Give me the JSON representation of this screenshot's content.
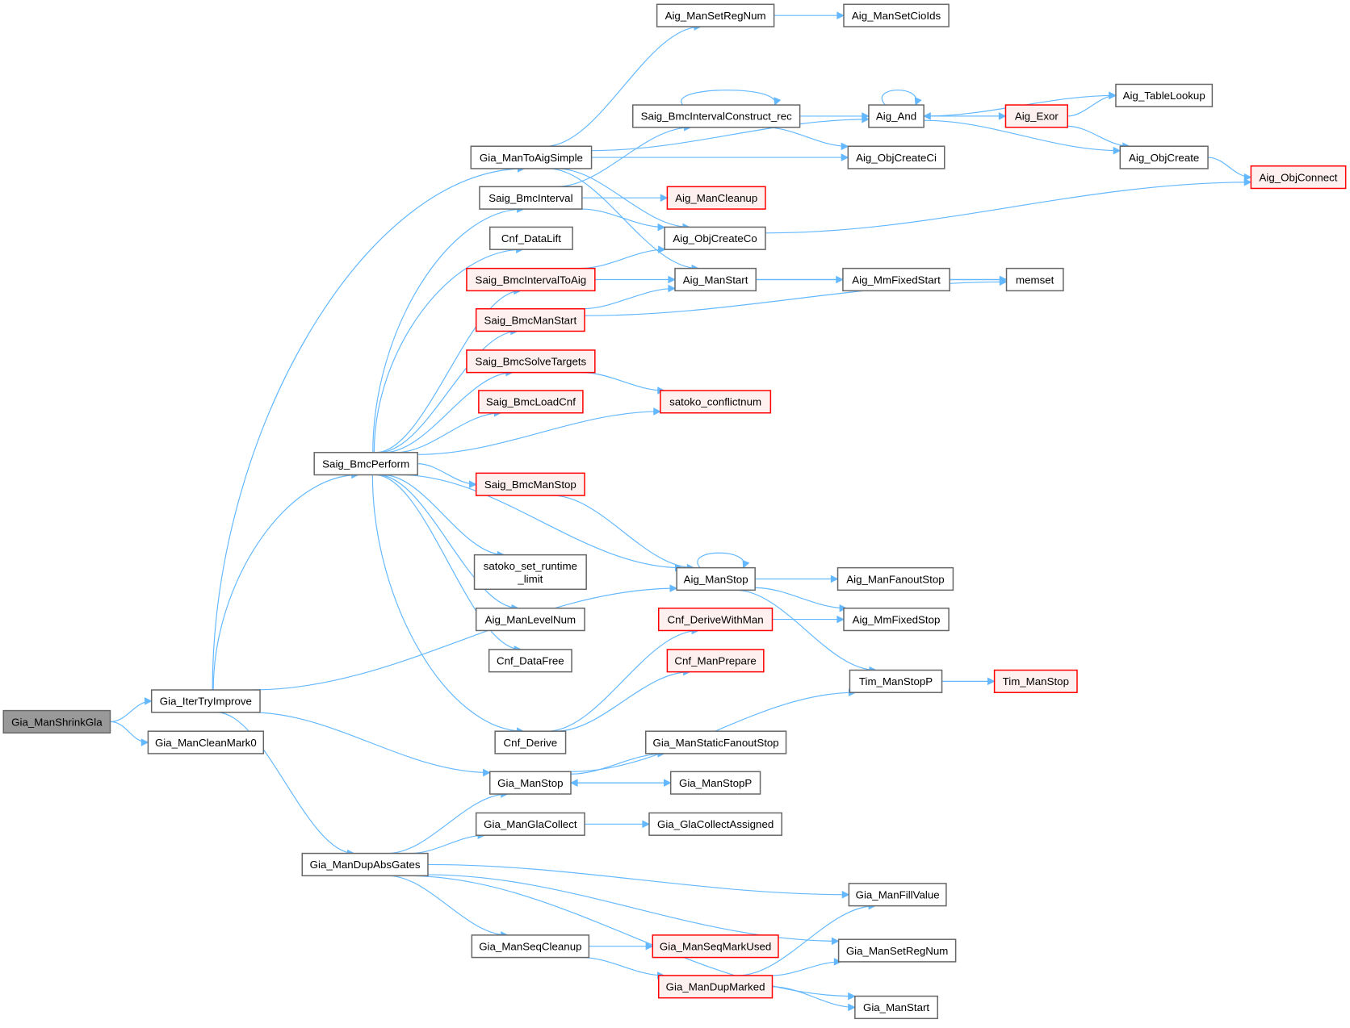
{
  "diagram": {
    "type": "call-graph",
    "root": "Gia_ManShrinkGla",
    "colors": {
      "edge": "#63b8ff",
      "node_border": "#666666",
      "node_fill": "#ffffff",
      "root_fill": "#999999",
      "root_border": "#666666",
      "truncated_border": "#ff0000",
      "truncated_fill": "#fff0f0"
    },
    "nodes": [
      {
        "id": "Gia_ManShrinkGla",
        "label": "Gia_ManShrinkGla",
        "kind": "root"
      },
      {
        "id": "Gia_IterTryImprove",
        "label": "Gia_IterTryImprove",
        "kind": "normal"
      },
      {
        "id": "Gia_ManCleanMark0",
        "label": "Gia_ManCleanMark0",
        "kind": "normal"
      },
      {
        "id": "Gia_ManToAigSimple",
        "label": "Gia_ManToAigSimple",
        "kind": "normal"
      },
      {
        "id": "Saig_BmcPerform",
        "label": "Saig_BmcPerform",
        "kind": "normal"
      },
      {
        "id": "Gia_ManDupAbsGates",
        "label": "Gia_ManDupAbsGates",
        "kind": "normal"
      },
      {
        "id": "Saig_BmcInterval",
        "label": "Saig_BmcInterval",
        "kind": "normal"
      },
      {
        "id": "Cnf_DataLift",
        "label": "Cnf_DataLift",
        "kind": "normal"
      },
      {
        "id": "Saig_BmcIntervalToAig",
        "label": "Saig_BmcIntervalToAig",
        "kind": "truncated"
      },
      {
        "id": "Saig_BmcManStart",
        "label": "Saig_BmcManStart",
        "kind": "truncated"
      },
      {
        "id": "Saig_BmcSolveTargets",
        "label": "Saig_BmcSolveTargets",
        "kind": "truncated"
      },
      {
        "id": "Saig_BmcLoadCnf",
        "label": "Saig_BmcLoadCnf",
        "kind": "truncated"
      },
      {
        "id": "Saig_BmcManStop",
        "label": "Saig_BmcManStop",
        "kind": "truncated"
      },
      {
        "id": "satoko_set_runtime_limit",
        "label": "satoko_set_runtime\n_limit",
        "kind": "normal"
      },
      {
        "id": "Aig_ManLevelNum",
        "label": "Aig_ManLevelNum",
        "kind": "normal"
      },
      {
        "id": "Cnf_DataFree",
        "label": "Cnf_DataFree",
        "kind": "normal"
      },
      {
        "id": "Cnf_Derive",
        "label": "Cnf_Derive",
        "kind": "normal"
      },
      {
        "id": "Gia_ManStop",
        "label": "Gia_ManStop",
        "kind": "normal"
      },
      {
        "id": "Gia_ManGlaCollect",
        "label": "Gia_ManGlaCollect",
        "kind": "normal"
      },
      {
        "id": "Gia_ManSeqCleanup",
        "label": "Gia_ManSeqCleanup",
        "kind": "normal"
      },
      {
        "id": "Aig_ManSetRegNum",
        "label": "Aig_ManSetRegNum",
        "kind": "normal"
      },
      {
        "id": "Aig_ManSetCioIds",
        "label": "Aig_ManSetCioIds",
        "kind": "normal"
      },
      {
        "id": "Saig_BmcIntervalConstruct_rec",
        "label": "Saig_BmcIntervalConstruct_rec",
        "kind": "normal"
      },
      {
        "id": "Aig_ManCleanup",
        "label": "Aig_ManCleanup",
        "kind": "truncated"
      },
      {
        "id": "Aig_ObjCreateCo",
        "label": "Aig_ObjCreateCo",
        "kind": "normal"
      },
      {
        "id": "Aig_ManStart",
        "label": "Aig_ManStart",
        "kind": "normal"
      },
      {
        "id": "satoko_conflictnum",
        "label": "satoko_conflictnum",
        "kind": "truncated"
      },
      {
        "id": "Aig_ManStop",
        "label": "Aig_ManStop",
        "kind": "normal"
      },
      {
        "id": "Cnf_DeriveWithMan",
        "label": "Cnf_DeriveWithMan",
        "kind": "truncated"
      },
      {
        "id": "Cnf_ManPrepare",
        "label": "Cnf_ManPrepare",
        "kind": "truncated"
      },
      {
        "id": "Gia_ManStaticFanoutStop",
        "label": "Gia_ManStaticFanoutStop",
        "kind": "normal"
      },
      {
        "id": "Gia_ManStopP",
        "label": "Gia_ManStopP",
        "kind": "normal"
      },
      {
        "id": "Gia_GlaCollectAssigned",
        "label": "Gia_GlaCollectAssigned",
        "kind": "normal"
      },
      {
        "id": "Gia_ManSeqMarkUsed",
        "label": "Gia_ManSeqMarkUsed",
        "kind": "truncated"
      },
      {
        "id": "Gia_ManDupMarked",
        "label": "Gia_ManDupMarked",
        "kind": "truncated"
      },
      {
        "id": "Aig_And",
        "label": "Aig_And",
        "kind": "normal"
      },
      {
        "id": "Aig_ObjCreateCi",
        "label": "Aig_ObjCreateCi",
        "kind": "normal"
      },
      {
        "id": "Aig_MmFixedStart",
        "label": "Aig_MmFixedStart",
        "kind": "normal"
      },
      {
        "id": "Aig_ManFanoutStop",
        "label": "Aig_ManFanoutStop",
        "kind": "normal"
      },
      {
        "id": "Aig_MmFixedStop",
        "label": "Aig_MmFixedStop",
        "kind": "normal"
      },
      {
        "id": "Tim_ManStopP",
        "label": "Tim_ManStopP",
        "kind": "normal"
      },
      {
        "id": "Gia_ManFillValue",
        "label": "Gia_ManFillValue",
        "kind": "normal"
      },
      {
        "id": "Gia_ManSetRegNum",
        "label": "Gia_ManSetRegNum",
        "kind": "normal"
      },
      {
        "id": "Gia_ManStart",
        "label": "Gia_ManStart",
        "kind": "normal"
      },
      {
        "id": "Aig_Exor",
        "label": "Aig_Exor",
        "kind": "truncated"
      },
      {
        "id": "Aig_TableLookup",
        "label": "Aig_TableLookup",
        "kind": "normal"
      },
      {
        "id": "Aig_ObjCreate",
        "label": "Aig_ObjCreate",
        "kind": "normal"
      },
      {
        "id": "Aig_ObjConnect",
        "label": "Aig_ObjConnect",
        "kind": "truncated"
      },
      {
        "id": "memset",
        "label": "memset",
        "kind": "normal"
      },
      {
        "id": "Tim_ManStop",
        "label": "Tim_ManStop",
        "kind": "truncated"
      }
    ],
    "edges": [
      [
        "Gia_ManShrinkGla",
        "Gia_IterTryImprove"
      ],
      [
        "Gia_ManShrinkGla",
        "Gia_ManCleanMark0"
      ],
      [
        "Gia_IterTryImprove",
        "Gia_ManToAigSimple"
      ],
      [
        "Gia_IterTryImprove",
        "Saig_BmcPerform"
      ],
      [
        "Gia_IterTryImprove",
        "Aig_ManStop"
      ],
      [
        "Gia_IterTryImprove",
        "Gia_ManStop"
      ],
      [
        "Gia_IterTryImprove",
        "Gia_ManDupAbsGates"
      ],
      [
        "Gia_ManToAigSimple",
        "Aig_ManSetRegNum"
      ],
      [
        "Gia_ManToAigSimple",
        "Aig_And"
      ],
      [
        "Gia_ManToAigSimple",
        "Aig_ObjCreateCi"
      ],
      [
        "Gia_ManToAigSimple",
        "Aig_ObjCreateCo"
      ],
      [
        "Gia_ManToAigSimple",
        "Aig_ManStart"
      ],
      [
        "Saig_BmcPerform",
        "Saig_BmcInterval"
      ],
      [
        "Saig_BmcPerform",
        "Cnf_DataLift"
      ],
      [
        "Saig_BmcPerform",
        "Saig_BmcIntervalToAig"
      ],
      [
        "Saig_BmcPerform",
        "Saig_BmcManStart"
      ],
      [
        "Saig_BmcPerform",
        "Saig_BmcSolveTargets"
      ],
      [
        "Saig_BmcPerform",
        "Saig_BmcLoadCnf"
      ],
      [
        "Saig_BmcPerform",
        "satoko_conflictnum"
      ],
      [
        "Saig_BmcPerform",
        "Saig_BmcManStop"
      ],
      [
        "Saig_BmcPerform",
        "Aig_ManStop"
      ],
      [
        "Saig_BmcPerform",
        "satoko_set_runtime_limit"
      ],
      [
        "Saig_BmcPerform",
        "Aig_ManLevelNum"
      ],
      [
        "Saig_BmcPerform",
        "Cnf_DataFree"
      ],
      [
        "Saig_BmcPerform",
        "Cnf_Derive"
      ],
      [
        "Saig_BmcInterval",
        "Saig_BmcIntervalConstruct_rec"
      ],
      [
        "Saig_BmcInterval",
        "Aig_ManCleanup"
      ],
      [
        "Saig_BmcInterval",
        "Aig_ObjCreateCo"
      ],
      [
        "Saig_BmcIntervalToAig",
        "Aig_ObjCreateCo"
      ],
      [
        "Saig_BmcIntervalToAig",
        "Aig_ManStart"
      ],
      [
        "Saig_BmcManStart",
        "Aig_ManStart"
      ],
      [
        "Saig_BmcManStart",
        "memset"
      ],
      [
        "Saig_BmcSolveTargets",
        "satoko_conflictnum"
      ],
      [
        "Saig_BmcManStop",
        "Aig_ManStop"
      ],
      [
        "Cnf_Derive",
        "Cnf_DeriveWithMan"
      ],
      [
        "Cnf_Derive",
        "Cnf_ManPrepare"
      ],
      [
        "Gia_ManStop",
        "Tim_ManStopP"
      ],
      [
        "Gia_ManStop",
        "Gia_ManStaticFanoutStop"
      ],
      [
        "Gia_ManStop",
        "Gia_ManStopP"
      ],
      [
        "Gia_ManStopP",
        "Gia_ManStop"
      ],
      [
        "Gia_ManDupAbsGates",
        "Gia_ManStop"
      ],
      [
        "Gia_ManDupAbsGates",
        "Gia_ManGlaCollect"
      ],
      [
        "Gia_ManDupAbsGates",
        "Gia_ManFillValue"
      ],
      [
        "Gia_ManDupAbsGates",
        "Gia_ManSetRegNum"
      ],
      [
        "Gia_ManDupAbsGates",
        "Gia_ManSeqCleanup"
      ],
      [
        "Gia_ManDupAbsGates",
        "Gia_ManStart"
      ],
      [
        "Gia_ManGlaCollect",
        "Gia_GlaCollectAssigned"
      ],
      [
        "Gia_ManSeqCleanup",
        "Gia_ManSeqMarkUsed"
      ],
      [
        "Gia_ManSeqCleanup",
        "Gia_ManDupMarked"
      ],
      [
        "Gia_ManDupMarked",
        "Gia_ManFillValue"
      ],
      [
        "Gia_ManDupMarked",
        "Gia_ManSetRegNum"
      ],
      [
        "Gia_ManDupMarked",
        "Gia_ManStart"
      ],
      [
        "Aig_ManSetRegNum",
        "Aig_ManSetCioIds"
      ],
      [
        "Saig_BmcIntervalConstruct_rec",
        "Saig_BmcIntervalConstruct_rec"
      ],
      [
        "Saig_BmcIntervalConstruct_rec",
        "Aig_And"
      ],
      [
        "Saig_BmcIntervalConstruct_rec",
        "Aig_ObjCreateCi"
      ],
      [
        "Aig_And",
        "Aig_And"
      ],
      [
        "Aig_And",
        "Aig_TableLookup"
      ],
      [
        "Aig_And",
        "Aig_Exor"
      ],
      [
        "Aig_And",
        "Aig_ObjCreate"
      ],
      [
        "Aig_Exor",
        "Aig_And"
      ],
      [
        "Aig_Exor",
        "Aig_TableLookup"
      ],
      [
        "Aig_Exor",
        "Aig_ObjCreate"
      ],
      [
        "Aig_ObjCreate",
        "Aig_ObjConnect"
      ],
      [
        "Aig_ObjCreateCo",
        "Aig_ObjConnect"
      ],
      [
        "Aig_ManStart",
        "memset"
      ],
      [
        "Aig_ManStart",
        "Aig_MmFixedStart"
      ],
      [
        "Aig_MmFixedStart",
        "memset"
      ],
      [
        "Aig_ManStop",
        "Aig_ManStop"
      ],
      [
        "Aig_ManStop",
        "Aig_ManFanoutStop"
      ],
      [
        "Aig_ManStop",
        "Aig_MmFixedStop"
      ],
      [
        "Aig_ManStop",
        "Tim_ManStopP"
      ],
      [
        "Cnf_DeriveWithMan",
        "Aig_MmFixedStop"
      ],
      [
        "Tim_ManStopP",
        "Tim_ManStop"
      ]
    ]
  }
}
